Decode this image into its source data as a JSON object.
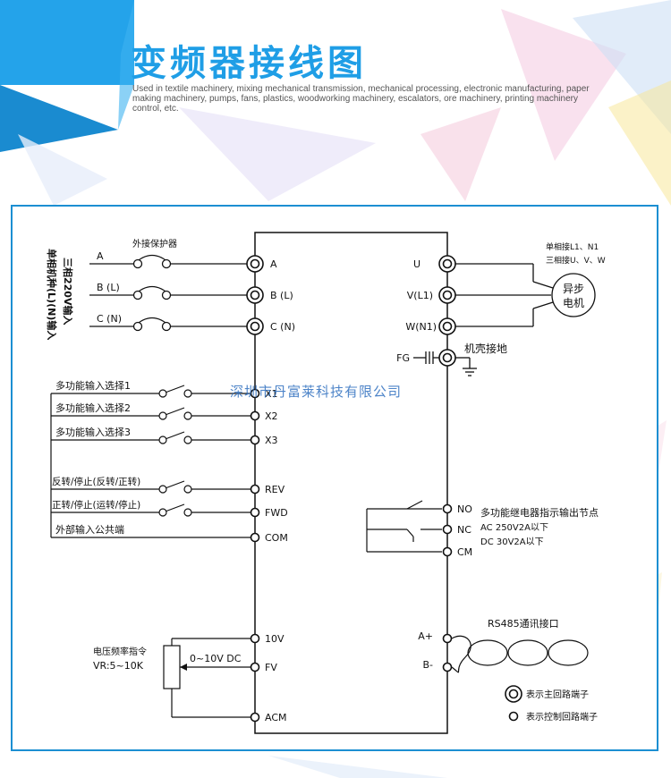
{
  "header": {
    "title": "变频器接线图",
    "subtitle": "Used in textile machinery, mixing mechanical transmission, mechanical processing, electronic manufacturing, paper making machinery, pumps, fans, plastics, woodworking machinery, escalators, ore machinery, printing machinery control, etc."
  },
  "colors": {
    "accent": "#1f9ee6",
    "panel_border": "#1c8fd2",
    "watermark": "#2f6fbf"
  },
  "left": {
    "input_side_label_1": "三相220V输入",
    "input_side_label_2": "单相机种(L)(N)输入",
    "protector_label": "外接保护器",
    "line_labels": [
      "A",
      "B (L)",
      "C (N)"
    ],
    "switch_labels": [
      "多功能输入选择1",
      "多功能输入选择2",
      "多功能输入选择3",
      "反转/停止(反转/正转)",
      "正转/停止(运转/停止)",
      "外部输入公共端"
    ],
    "pot_label_1": "电压频率指令",
    "pot_label_2": "VR:5~10K",
    "fv_signal": "0~10V DC"
  },
  "terminals": {
    "main_left": [
      "A",
      "B (L)",
      "C (N)"
    ],
    "control_left": [
      "X1",
      "X2",
      "X3",
      "REV",
      "FWD",
      "COM",
      "10V",
      "FV",
      "ACM"
    ],
    "main_right": [
      "U",
      "V(L1)",
      "W(N1)",
      "FG"
    ],
    "relay": [
      "NO",
      "NC",
      "CM"
    ],
    "comm": [
      "A+",
      "B-"
    ]
  },
  "right": {
    "motor_note_1": "单相接L1、N1",
    "motor_note_2": "三相接U、V、W",
    "motor_label_1": "异步",
    "motor_label_2": "电机",
    "ground_label": "机壳接地",
    "relay_label": "多功能继电器指示输出节点",
    "relay_ac": "AC  250V2A以下",
    "relay_dc": "DC  30V2A以下",
    "rs485": "RS485通讯接口",
    "legend_main": "表示主回路端子",
    "legend_control": "表示控制回路端子"
  },
  "watermark": "深圳市丹富莱科技有限公司"
}
